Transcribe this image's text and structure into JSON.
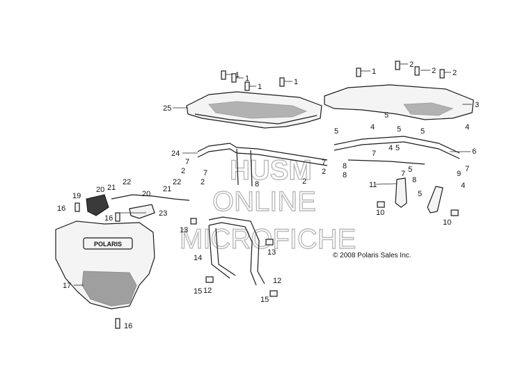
{
  "copyright": "© 2008 Polaris Sales Inc.",
  "watermark": {
    "line1": "HUSM",
    "line2": "ONLINE",
    "line3": "MICROFICHE"
  },
  "logo_text": "POLARIS",
  "callouts": [
    {
      "n": "1"
    },
    {
      "n": "1"
    },
    {
      "n": "1"
    },
    {
      "n": "1"
    },
    {
      "n": "1"
    },
    {
      "n": "2"
    },
    {
      "n": "2"
    },
    {
      "n": "2"
    },
    {
      "n": "2"
    },
    {
      "n": "2"
    },
    {
      "n": "3"
    },
    {
      "n": "4"
    },
    {
      "n": "4"
    },
    {
      "n": "4"
    },
    {
      "n": "4"
    },
    {
      "n": "5"
    },
    {
      "n": "5"
    },
    {
      "n": "5"
    },
    {
      "n": "5"
    },
    {
      "n": "5"
    },
    {
      "n": "5"
    },
    {
      "n": "5"
    },
    {
      "n": "6"
    },
    {
      "n": "7"
    },
    {
      "n": "7"
    },
    {
      "n": "7"
    },
    {
      "n": "7"
    },
    {
      "n": "7"
    },
    {
      "n": "8"
    },
    {
      "n": "8"
    },
    {
      "n": "8"
    },
    {
      "n": "9"
    },
    {
      "n": "10"
    },
    {
      "n": "10"
    },
    {
      "n": "11"
    },
    {
      "n": "12"
    },
    {
      "n": "12"
    },
    {
      "n": "13"
    },
    {
      "n": "13"
    },
    {
      "n": "14"
    },
    {
      "n": "15"
    },
    {
      "n": "15"
    },
    {
      "n": "16"
    },
    {
      "n": "16"
    },
    {
      "n": "16"
    },
    {
      "n": "17"
    },
    {
      "n": "19"
    },
    {
      "n": "20"
    },
    {
      "n": "20"
    },
    {
      "n": "21"
    },
    {
      "n": "21"
    },
    {
      "n": "22"
    },
    {
      "n": "22"
    },
    {
      "n": "23"
    },
    {
      "n": "24"
    },
    {
      "n": "25"
    },
    {
      "n": "2"
    },
    {
      "n": "2"
    },
    {
      "n": "7"
    },
    {
      "n": "8"
    }
  ]
}
